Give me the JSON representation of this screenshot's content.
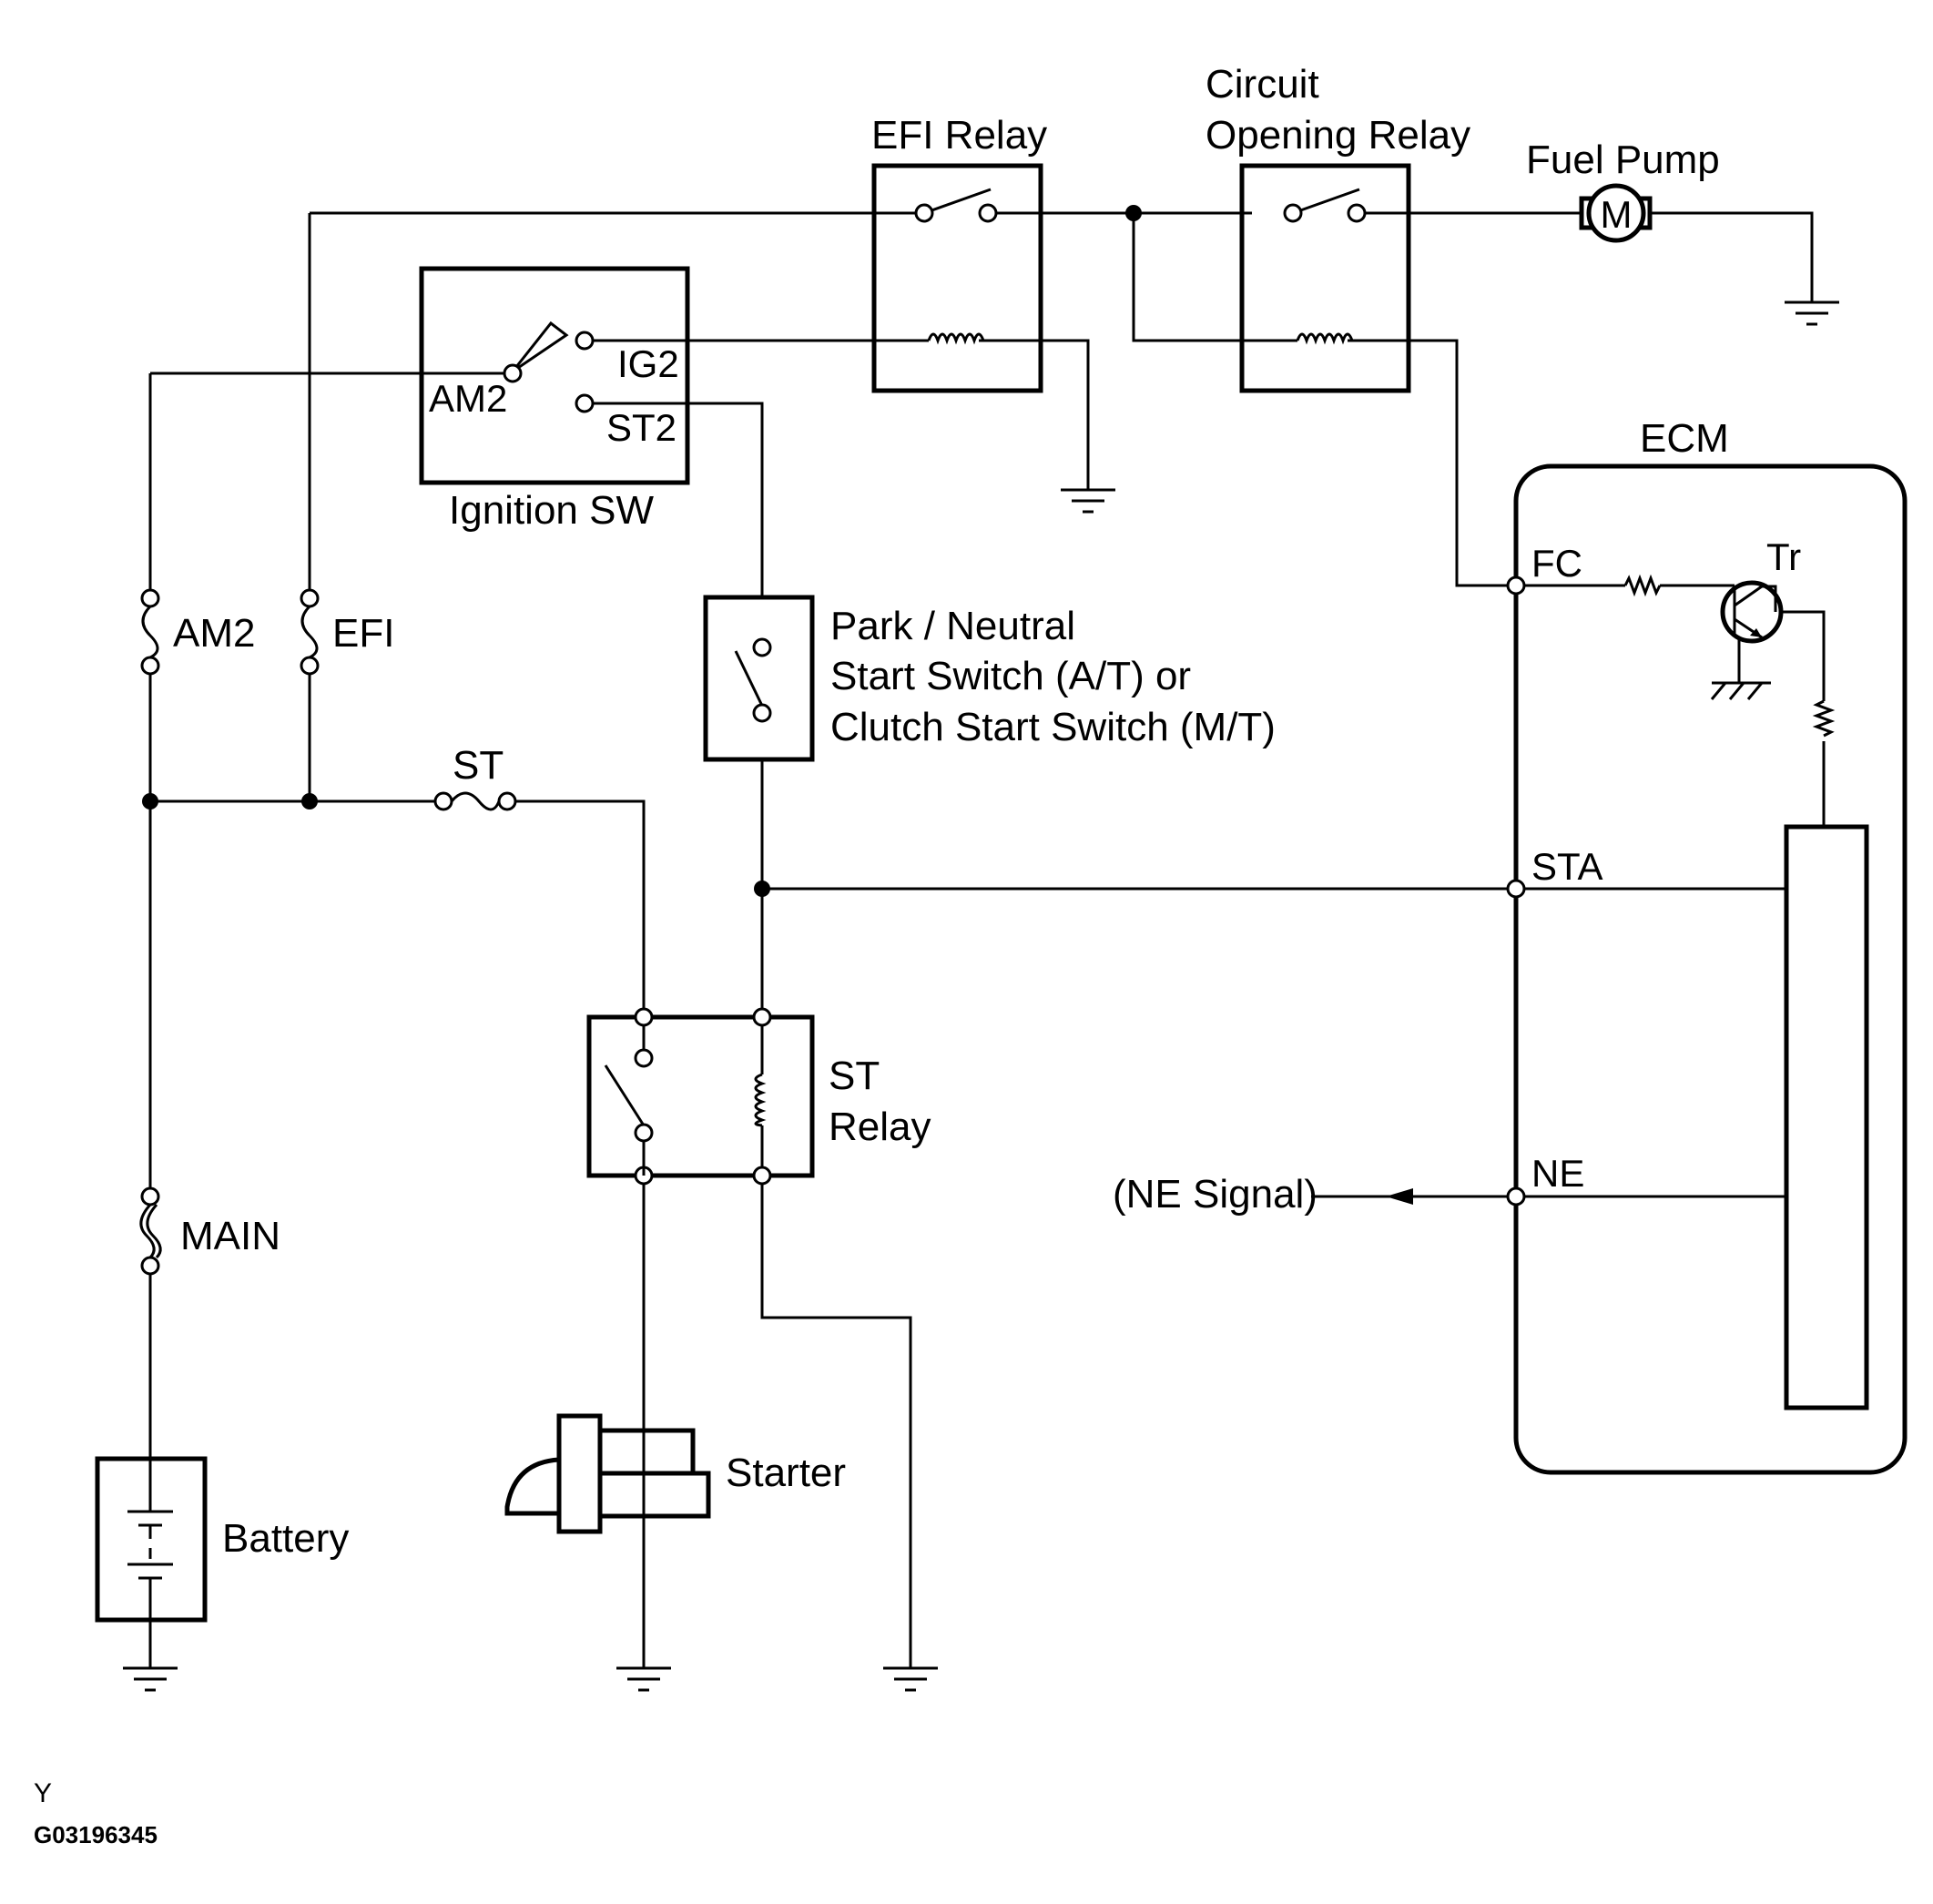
{
  "labels": {
    "efi_relay": "EFI Relay",
    "circuit_line1": "Circuit",
    "circuit_line2": "Opening Relay",
    "fuel_pump": "Fuel Pump",
    "motor": "M",
    "ignition_sw": "Ignition SW",
    "am2_terminal": "AM2",
    "ig2_terminal": "IG2",
    "st2_terminal": "ST2",
    "ecm": "ECM",
    "fc": "FC",
    "tr": "Tr",
    "sta": "STA",
    "ne": "NE",
    "ne_signal": "(NE Signal)",
    "am2_fuse": "AM2",
    "efi_fuse": "EFI",
    "st_fuse": "ST",
    "pns_line1": "Park / Neutral",
    "pns_line2": "Start Switch (A/T) or",
    "pns_line3": "Clutch Start Switch (M/T)",
    "st_relay_line1": "ST",
    "st_relay_line2": "Relay",
    "main_fuse": "MAIN",
    "starter": "Starter",
    "battery": "Battery",
    "corner_y": "Y",
    "figure_code": "G03196345"
  },
  "colors": {
    "line": "#000000",
    "background": "#ffffff"
  }
}
